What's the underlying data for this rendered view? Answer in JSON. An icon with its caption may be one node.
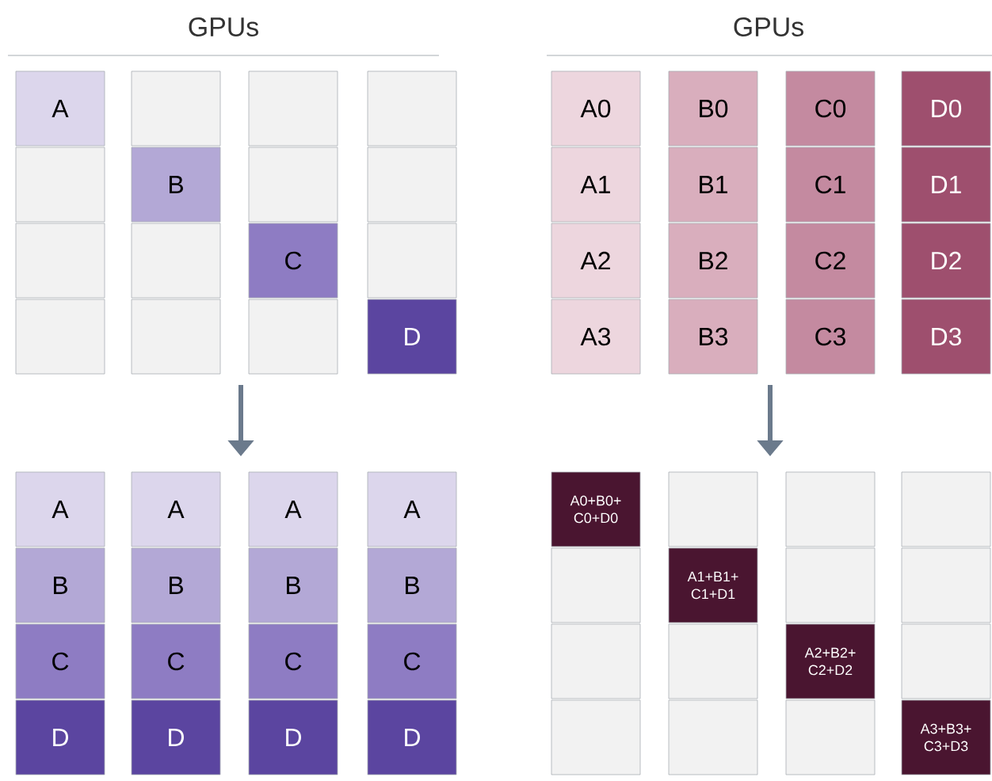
{
  "diagram": {
    "nodes": [
      {
        "text": [
          "A"
        ]
      },
      {
        "text": [],
        "shape": "box"
      },
      {
        "text": [],
        "shape": "box"
      },
      {
        "text": [],
        "shape": "box"
      },
      {
        "text": [],
        "shape": "box"
      },
      {
        "text": [
          "B"
        ]
      },
      {
        "text": [],
        "shape": "box"
      },
      {
        "text": [],
        "shape": "box"
      },
      {
        "text": [],
        "shape": "box"
      },
      {
        "text": [],
        "shape": "box"
      },
      {
        "text": [
          "C"
        ]
      },
      {
        "text": [],
        "shape": "box"
      },
      {
        "text": [],
        "shape": "box"
      },
      {
        "text": [],
        "shape": "box"
      },
      {
        "text": [],
        "shape": "box"
      },
      {
        "text": [
          "D"
        ]
      },
      {
        "text": [
          "A0"
        ]
      },
      {
        "text": [
          "B0"
        ]
      },
      {
        "text": [
          "C0"
        ]
      },
      {
        "text": [
          "D0"
        ]
      },
      {
        "text": [
          "A1"
        ]
      },
      {
        "text": [
          "B1"
        ]
      },
      {
        "text": [
          "C1"
        ]
      },
      {
        "text": [
          "D1"
        ]
      },
      {
        "text": [
          "A2"
        ]
      },
      {
        "text": [
          "B2"
        ]
      },
      {
        "text": [
          "C2"
        ]
      },
      {
        "text": [
          "D2"
        ]
      },
      {
        "text": [
          "A3"
        ]
      },
      {
        "text": [
          "B3"
        ]
      },
      {
        "text": [
          "C3"
        ]
      },
      {
        "text": [
          "D3"
        ]
      },
      {
        "text": [
          "A"
        ]
      },
      {
        "text": [
          "A"
        ]
      },
      {
        "text": [
          "A"
        ]
      },
      {
        "text": [
          "A"
        ]
      },
      {
        "text": [
          "B"
        ]
      },
      {
        "text": [
          "B"
        ]
      },
      {
        "text": [
          "B"
        ]
      },
      {
        "text": [
          "B"
        ]
      },
      {
        "text": [
          "C"
        ]
      },
      {
        "text": [
          "C"
        ]
      },
      {
        "text": [
          "C"
        ]
      },
      {
        "text": [
          "C"
        ]
      },
      {
        "text": [
          "D"
        ]
      },
      {
        "text": [
          "D"
        ]
      },
      {
        "text": [
          "D"
        ]
      },
      {
        "text": [
          "D"
        ]
      },
      {
        "text": [
          "A0+B0+ C0+D0"
        ]
      },
      {
        "text": [],
        "shape": "box"
      },
      {
        "text": [],
        "shape": "box"
      },
      {
        "text": [],
        "shape": "box"
      },
      {
        "text": [],
        "shape": "box"
      },
      {
        "text": [
          "A1+B1+ C1+D1"
        ]
      },
      {
        "text": [],
        "shape": "box"
      },
      {
        "text": [],
        "shape": "box"
      },
      {
        "text": [],
        "shape": "box"
      },
      {
        "text": [],
        "shape": "box"
      },
      {
        "text": [
          "A2+B2+ C2+D2"
        ]
      },
      {
        "text": [],
        "shape": "box"
      },
      {
        "text": [],
        "shape": "box"
      },
      {
        "text": [],
        "shape": "box"
      },
      {
        "text": [],
        "shape": "box"
      },
      {
        "text": [
          "A3+B3+ C3+D3"
        ]
      }
    ],
    "labels": [
      "GPUs",
      "GPUs"
    ]
  }
}
